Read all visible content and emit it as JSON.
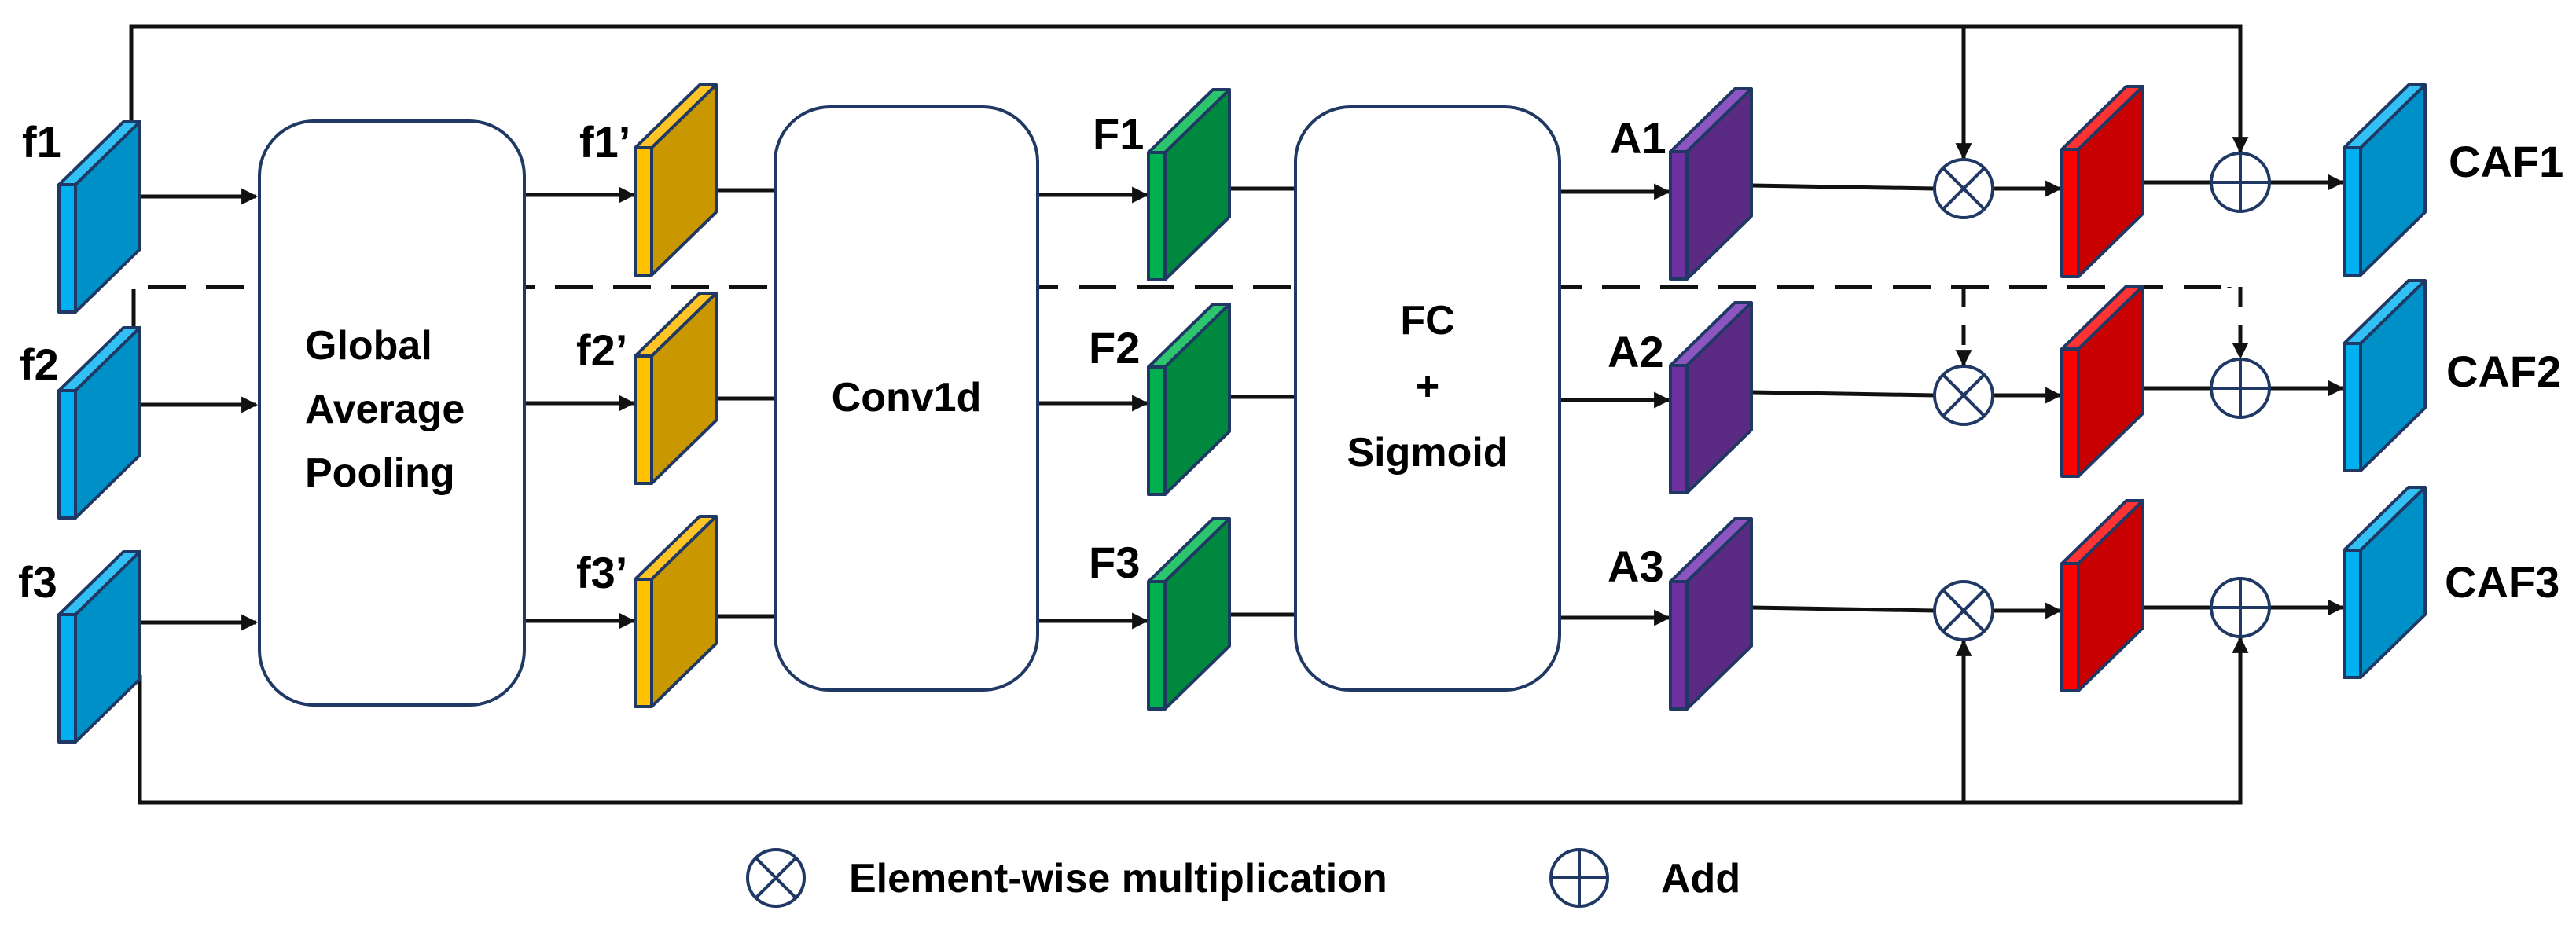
{
  "title": "Channel attention fusion module",
  "inputs": [
    {
      "id": "f1",
      "label": "f1"
    },
    {
      "id": "f2",
      "label": "f2"
    },
    {
      "id": "f3",
      "label": "f3"
    }
  ],
  "pooled": [
    {
      "id": "f1p",
      "label": "f1’"
    },
    {
      "id": "f2p",
      "label": "f2’"
    },
    {
      "id": "f3p",
      "label": "f3’"
    }
  ],
  "conv_out": [
    {
      "id": "F1",
      "label": "F1"
    },
    {
      "id": "F2",
      "label": "F2"
    },
    {
      "id": "F3",
      "label": "F3"
    }
  ],
  "attention": [
    {
      "id": "A1",
      "label": "A1"
    },
    {
      "id": "A2",
      "label": "A2"
    },
    {
      "id": "A3",
      "label": "A3"
    }
  ],
  "outputs": [
    {
      "id": "CAF1",
      "label": "CAF1"
    },
    {
      "id": "CAF2",
      "label": "CAF2"
    },
    {
      "id": "CAF3",
      "label": "CAF3"
    }
  ],
  "boxes": {
    "gap": {
      "lines": [
        "Global",
        "Average",
        "Pooling"
      ]
    },
    "conv": {
      "lines": [
        "Conv1d"
      ]
    },
    "fc": {
      "lines": [
        "FC",
        "+",
        "Sigmoid"
      ]
    }
  },
  "legend": {
    "multiply_label": "Element-wise multiplication",
    "add_label": "Add",
    "multiply_icon": "circled-times-icon",
    "add_icon": "circled-plus-icon"
  },
  "colors": {
    "input_blue": {
      "face": "#0090C8",
      "edge": "#00B0F0",
      "top": "#33C1F5"
    },
    "pooled_gold": {
      "face": "#C99700",
      "edge": "#FFC000",
      "top": "#FFC426"
    },
    "conv_green": {
      "face": "#00883E",
      "edge": "#00B050",
      "top": "#2DC46E"
    },
    "attn_purple": {
      "face": "#5B2A82",
      "edge": "#7030A0",
      "top": "#8C55C0"
    },
    "weighted_red": {
      "face": "#C80000",
      "edge": "#FF0000",
      "top": "#FF3333"
    },
    "output_blue": {
      "face": "#0090C8",
      "edge": "#00B0F0",
      "top": "#33C1F5"
    },
    "outline": "#1F3864",
    "line": "#111111"
  }
}
